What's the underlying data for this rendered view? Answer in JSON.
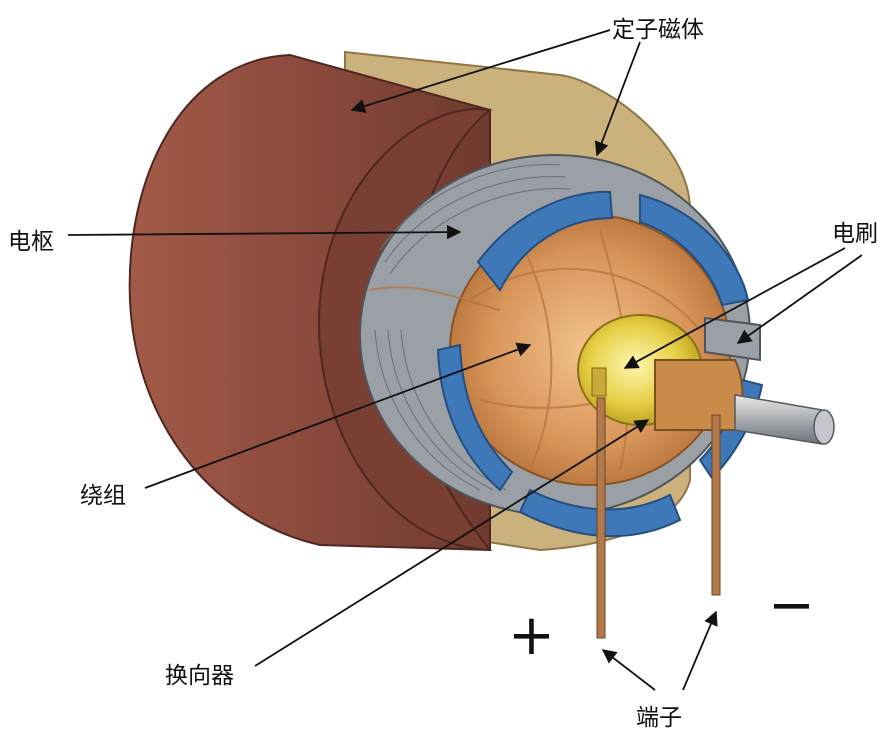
{
  "labels": {
    "stator_magnet": "定子磁体",
    "armature": "电枢",
    "brush": "电刷",
    "winding": "绕组",
    "commutator": "换向器",
    "terminal": "端子"
  },
  "signs": {
    "plus": "+",
    "minus": "−"
  },
  "colors": {
    "housing": "#8a4a3c",
    "magnet": "#cbb27c",
    "steel": "#9aa0a6",
    "insulator": "#3f78b8",
    "copper": "#d89a5e",
    "brass": "#e8d44a"
  }
}
